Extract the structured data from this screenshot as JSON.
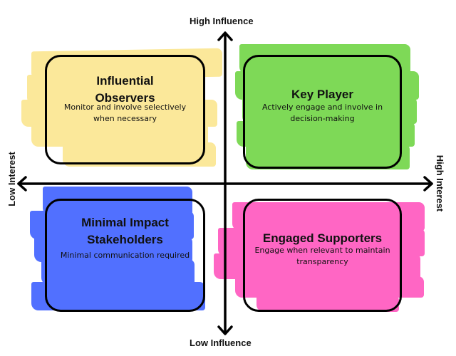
{
  "axes": {
    "top": "High Influence",
    "bottom": "Low Influence",
    "left": "Low Interest",
    "right": "High Interest"
  },
  "quadrants": [
    {
      "id": "top-left",
      "title_lines": [
        "Influential",
        "Observers"
      ],
      "description_lines": [
        "Monitor and involve selectively",
        "when necessary"
      ],
      "color": "#fbe89a"
    },
    {
      "id": "top-right",
      "title_lines": [
        "Key Player"
      ],
      "description_lines": [
        "Actively engage and involve in",
        "decision-making"
      ],
      "color": "#7ed957"
    },
    {
      "id": "bottom-left",
      "title_lines": [
        "Minimal Impact",
        "Stakeholders"
      ],
      "description_lines": [
        "Minimal communication required"
      ],
      "color": "#5170ff"
    },
    {
      "id": "bottom-right",
      "title_lines": [
        "Engaged Supporters"
      ],
      "description_lines": [
        "Engage when relevant to maintain",
        "transparency"
      ],
      "color": "#ff66c4"
    }
  ]
}
